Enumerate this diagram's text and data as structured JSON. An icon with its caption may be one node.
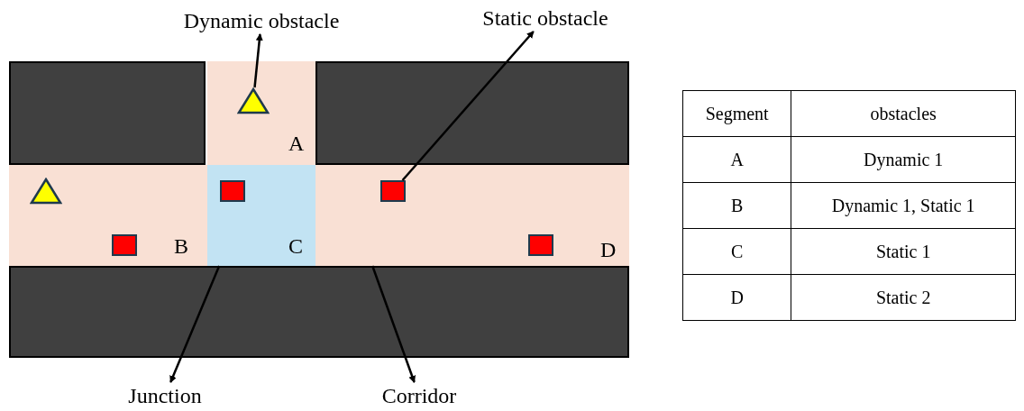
{
  "diagram": {
    "nodes": [
      {
        "text": [
          "Dynamic obstacle"
        ]
      },
      {
        "text": [
          "Static obstacle"
        ]
      },
      {
        "text": [
          "A"
        ]
      },
      {
        "text": [],
        "shape": "triangle",
        "in": 2
      },
      {
        "text": [
          "B"
        ]
      },
      {
        "text": [],
        "shape": "triangle",
        "in": 4
      },
      {
        "text": [],
        "shape": "box",
        "in": 4
      },
      {
        "text": [
          "C"
        ]
      },
      {
        "text": [],
        "shape": "box",
        "in": 7
      },
      {
        "text": [
          "D"
        ]
      },
      {
        "text": [],
        "shape": "box",
        "in": 9
      },
      {
        "text": [],
        "shape": "box",
        "in": 9
      },
      {
        "text": [
          "Junction"
        ]
      },
      {
        "text": [
          "Corridor"
        ]
      },
      {
        "text": [],
        "shape": "box"
      },
      {
        "text": [],
        "shape": "box"
      },
      {
        "text": [],
        "shape": "box"
      }
    ],
    "edges": [
      {
        "from": 3,
        "to": 0,
        "arrow": "to"
      },
      {
        "from": 10,
        "to": 1,
        "arrow": "to"
      },
      {
        "from": 7,
        "to": 12,
        "arrow": "to"
      },
      {
        "from": 9,
        "to": 13,
        "arrow": "to"
      }
    ],
    "labels": [
      "Segment",
      "obstacles",
      "A",
      "Dynamic 1",
      "B",
      "Dynamic 1, Static 1",
      "C",
      "Static 1",
      "D",
      "Static 2"
    ]
  }
}
